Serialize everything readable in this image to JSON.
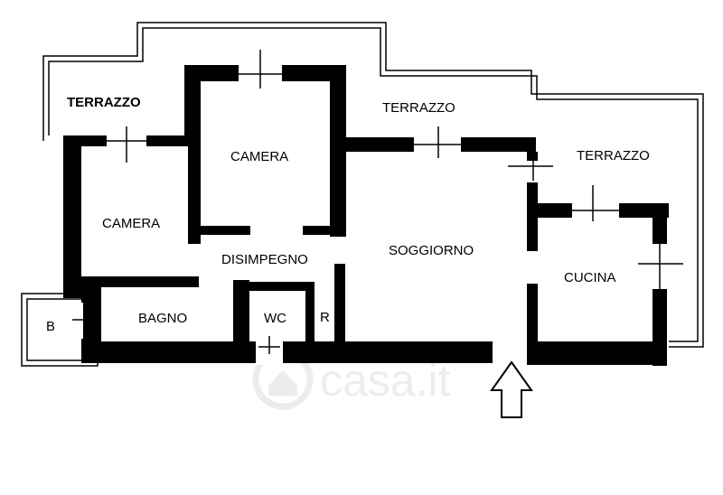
{
  "rooms": {
    "terrazzo_left": "TERRAZZO",
    "terrazzo_center": "TERRAZZO",
    "terrazzo_right": "TERRAZZO",
    "camera_top": "CAMERA",
    "camera_left": "CAMERA",
    "soggiorno": "SOGGIORNO",
    "disimpegno": "DISIMPEGNO",
    "cucina": "CUCINA",
    "bagno": "BAGNO",
    "wc": "WC",
    "ripostiglio": "R",
    "balcone": "B"
  },
  "watermark": {
    "text": "casa.it"
  },
  "colors": {
    "wall": "#000000",
    "background": "#ffffff",
    "watermark": "#e6e6e6"
  },
  "icons": {
    "entrance": "entrance-arrow-icon",
    "watermark_logo": "house-logo-icon"
  }
}
